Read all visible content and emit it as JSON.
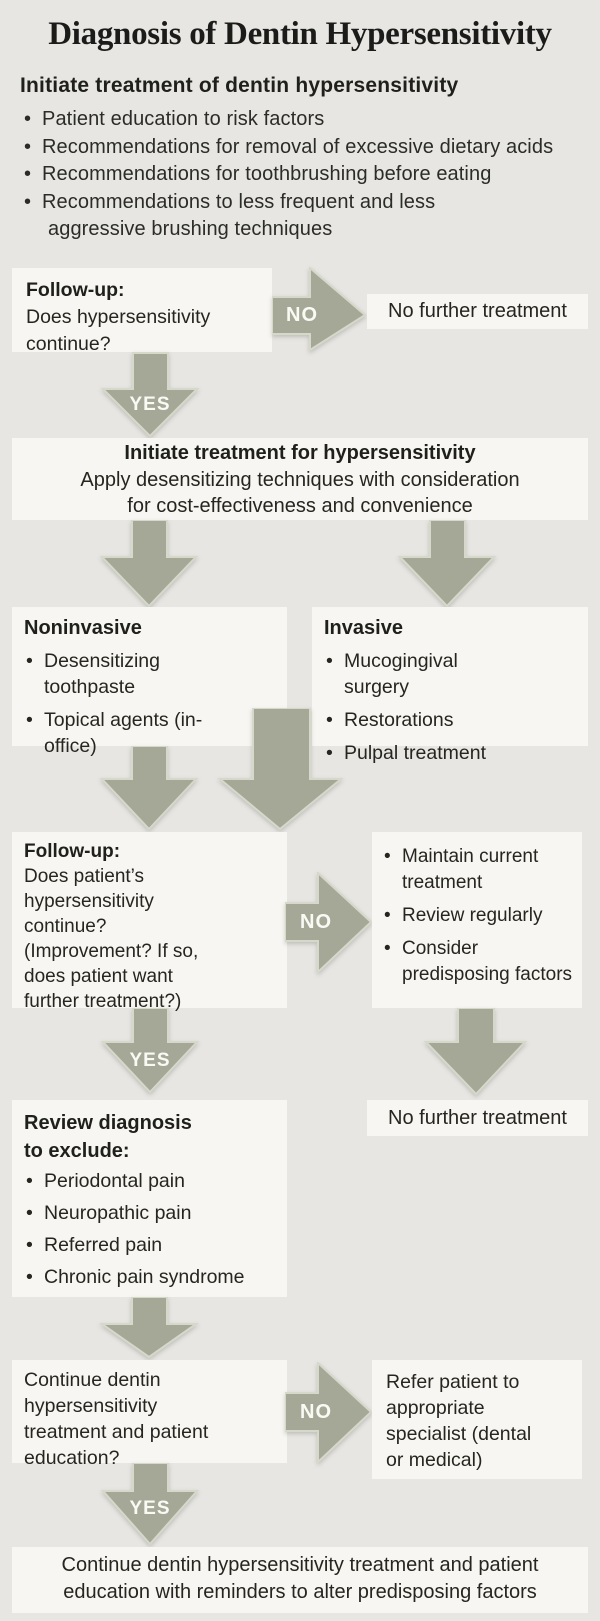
{
  "title": "Diagnosis of Dentin Hypersensitivity",
  "colors": {
    "background": "#e7e6e3",
    "box_fill": "#f7f6f2",
    "arrow_fill": "#a5a897",
    "arrow_outline": "#d6d8ca",
    "text": "#26261f",
    "arrow_label_text": "#fafaf5"
  },
  "labels": {
    "yes": "YES",
    "no": "NO"
  },
  "intro": {
    "heading": "Initiate treatment of dentin hypersensitivity",
    "bullets": [
      [
        "Patient education to risk factors"
      ],
      [
        "Recommendations for removal of excessive dietary acids"
      ],
      [
        "Recommendations for toothbrushing before eating"
      ],
      [
        "Recommendations to less frequent and less",
        "aggressive brushing techniques"
      ]
    ]
  },
  "boxes": {
    "followup1": {
      "heading": "Follow-up:",
      "lines": [
        "Does hypersensitivity",
        "continue?"
      ]
    },
    "no_further_1": "No further treatment",
    "initiate": {
      "heading": "Initiate treatment for hypersensitivity",
      "lines": [
        "Apply desensitizing techniques with consideration",
        "for cost-effectiveness and convenience"
      ]
    },
    "noninvasive": {
      "heading": "Noninvasive",
      "bullets": [
        "Desensitizing toothpaste",
        "Topical agents (in-office)"
      ]
    },
    "invasive": {
      "heading": "Invasive",
      "bullets": [
        "Mucogingival surgery",
        "Restorations",
        "Pulpal treatment"
      ]
    },
    "followup2": {
      "heading": "Follow-up:",
      "lines": [
        "Does patient’s",
        "hypersensitivity",
        "continue?",
        "(Improvement? If so,",
        "does patient want",
        "further treatment?)"
      ]
    },
    "maintain": {
      "bullets": [
        "Maintain current treatment",
        "Review regularly",
        "Consider predisposing factors"
      ]
    },
    "review": {
      "heading_lines": [
        "Review diagnosis",
        "to exclude:"
      ],
      "bullets": [
        "Periodontal pain",
        "Neuropathic pain",
        "Referred pain",
        "Chronic pain syndrome"
      ]
    },
    "no_further_2": "No further treatment",
    "continue_q": {
      "lines": [
        "Continue dentin",
        "hypersensitivity",
        "treatment and patient",
        "education?"
      ]
    },
    "refer": {
      "lines": [
        "Refer patient to",
        "appropriate",
        "specialist (dental",
        "or medical)"
      ]
    },
    "final": {
      "lines": [
        "Continue dentin hypersensitivity treatment and patient",
        "education with reminders to alter predisposing factors"
      ]
    }
  }
}
